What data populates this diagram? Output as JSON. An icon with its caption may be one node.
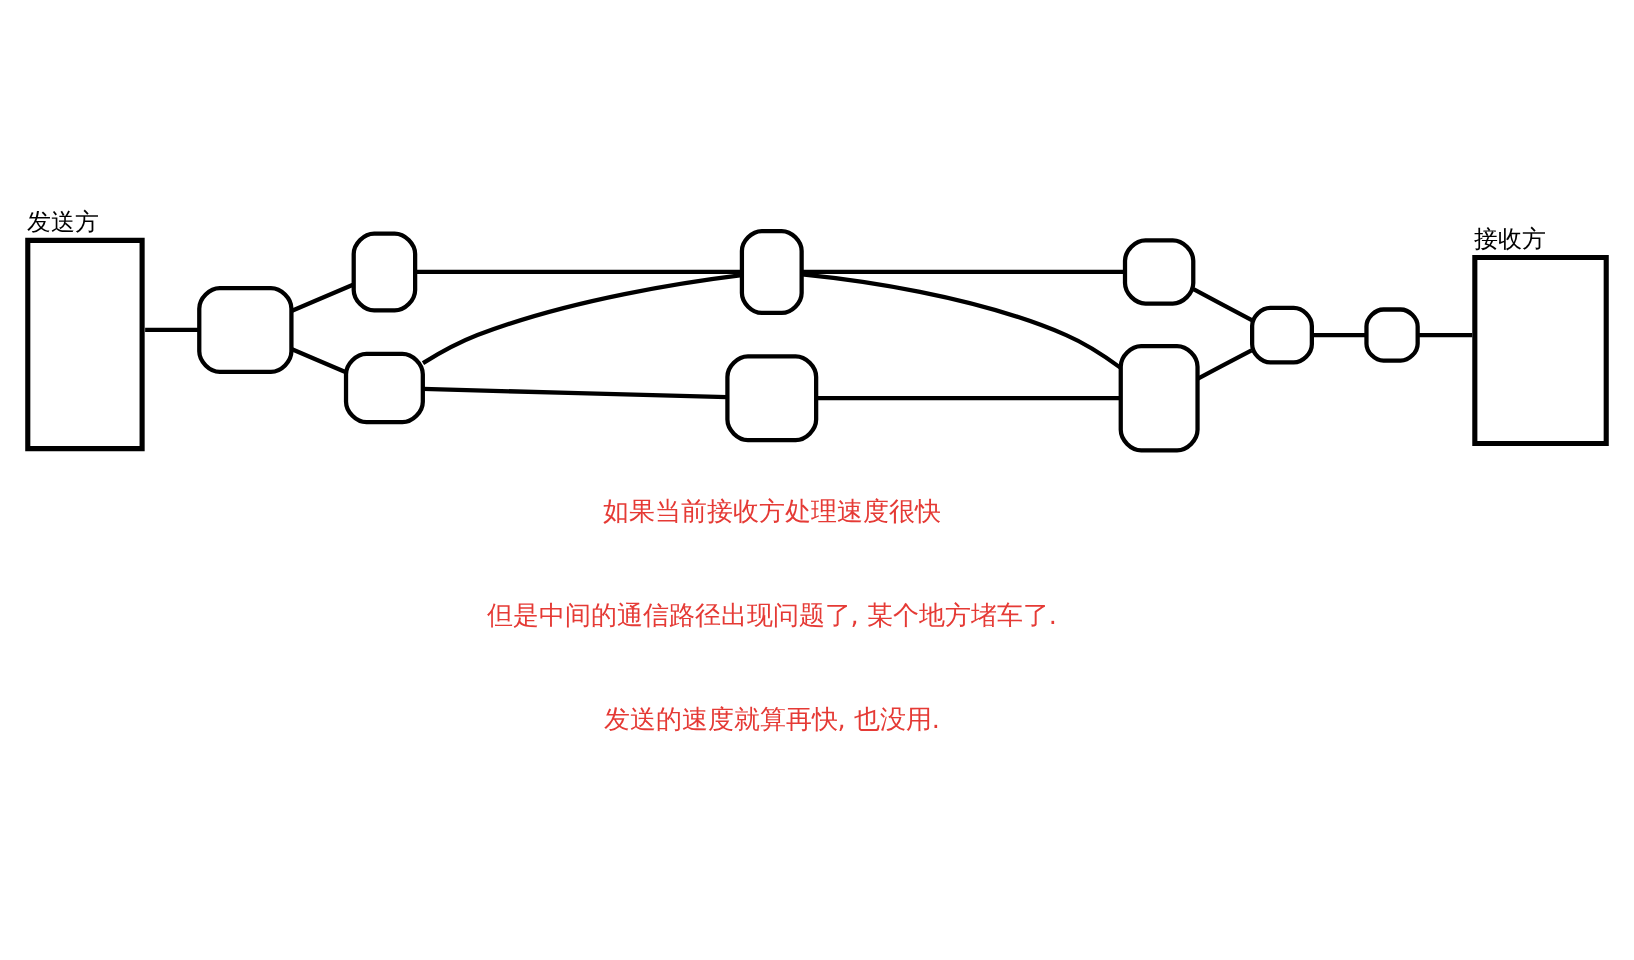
{
  "diagram": {
    "nodes": [
      {
        "text": [
          "发送方"
        ]
      },
      {
        "text": [],
        "shape": "box"
      },
      {
        "text": [],
        "shape": "box"
      },
      {
        "text": [],
        "shape": "box"
      },
      {
        "text": [
          "接收方"
        ]
      },
      {
        "text": [],
        "shape": "box"
      },
      {
        "text": [],
        "shape": "box"
      },
      {
        "text": [],
        "shape": "box"
      },
      {
        "text": [],
        "shape": "box"
      },
      {
        "text": [],
        "shape": "box"
      },
      {
        "text": [],
        "shape": "box"
      }
    ],
    "edges": [
      {
        "from": 0,
        "to": 5,
        "arrow": "none"
      },
      {
        "from": 5,
        "to": 1,
        "arrow": "none"
      },
      {
        "from": 1,
        "to": 6,
        "arrow": "none"
      },
      {
        "from": 6,
        "to": 2,
        "arrow": "none"
      },
      {
        "from": 2,
        "to": 7,
        "arrow": "none"
      },
      {
        "from": 7,
        "to": 3,
        "arrow": "none"
      },
      {
        "from": 3,
        "to": 4,
        "arrow": "none"
      },
      {
        "from": 5,
        "to": 8,
        "arrow": "none"
      },
      {
        "from": 8,
        "to": 6,
        "arrow": "none"
      },
      {
        "from": 6,
        "to": 9,
        "arrow": "none"
      },
      {
        "from": 9,
        "to": 7,
        "arrow": "none"
      },
      {
        "from": 8,
        "to": 10,
        "arrow": "none"
      },
      {
        "from": 10,
        "to": 9,
        "arrow": "none"
      }
    ],
    "labels": [
      "如果当前接收方处理速度很快",
      "但是中间的通信路径出现问题了, 某个地方堵车了.",
      "发送的速度就算再快, 也没用."
    ]
  }
}
